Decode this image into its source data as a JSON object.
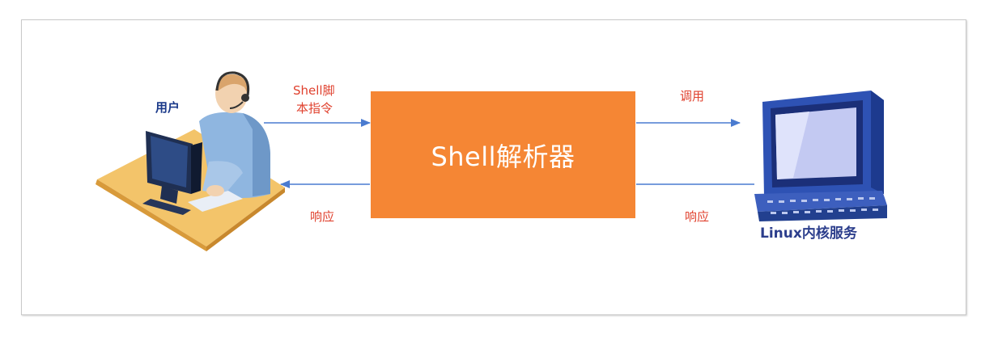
{
  "diagram": {
    "center_box": {
      "label": "Shell解析器",
      "color": "#f58634"
    },
    "user": {
      "label": "用户",
      "icon": "user-at-computer-icon"
    },
    "kernel": {
      "label": "Linux内核服务",
      "icon": "computer-monitor-icon"
    },
    "edges": {
      "user_to_shell": {
        "label_line1": "Shell脚",
        "label_line2": "本指令"
      },
      "shell_to_user": {
        "label": "响应"
      },
      "shell_to_kernel": {
        "label": "调用"
      },
      "kernel_to_shell": {
        "label": "响应"
      }
    },
    "colors": {
      "arrow": "#4a7bd0",
      "edge_label": "#e0412e",
      "user_label": "#1b3a8a"
    }
  }
}
